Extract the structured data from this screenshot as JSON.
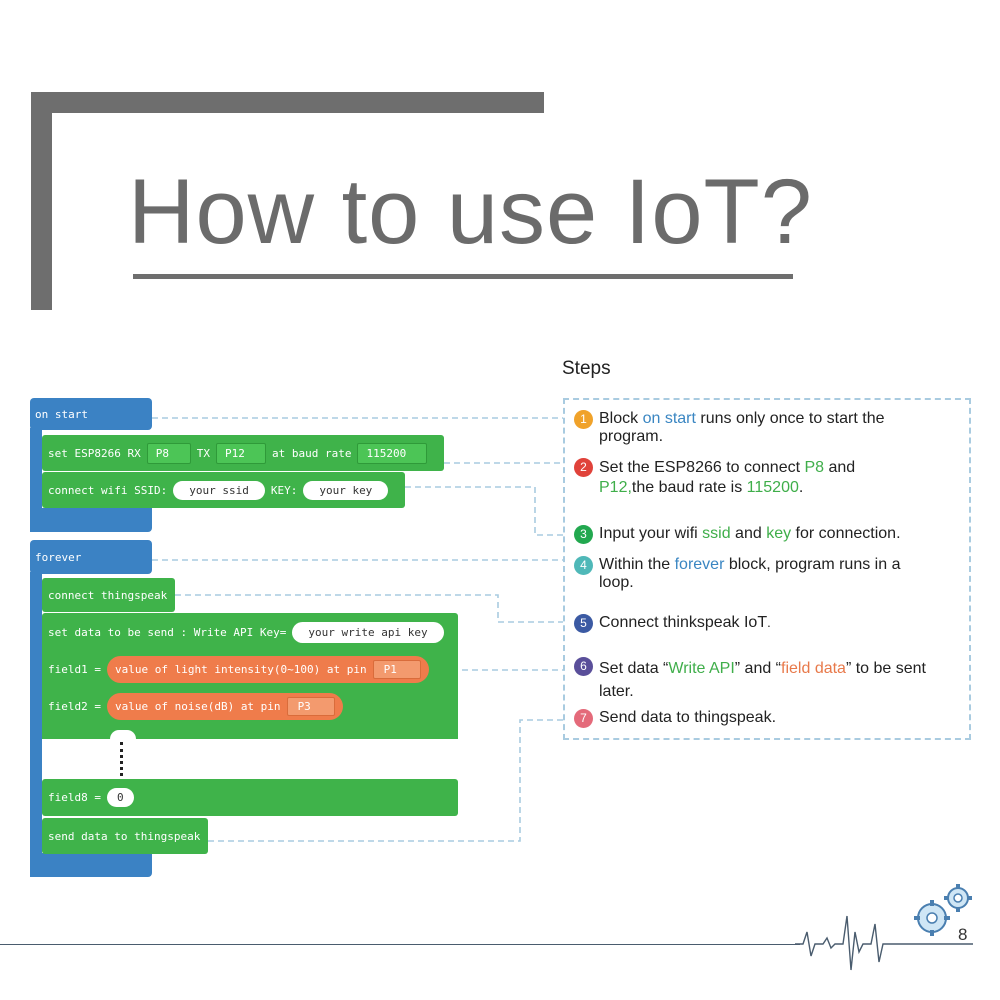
{
  "title": "How to use IoT?",
  "steps_heading": "Steps",
  "blocks": {
    "on_start": "on start",
    "set_esp": "set ESP8266 RX",
    "rx_pin": "P8",
    "tx_label": "TX",
    "tx_pin": "P12",
    "baud_label": "at baud rate",
    "baud_value": "115200",
    "connect_wifi": "connect wifi SSID:",
    "ssid_value": "your ssid",
    "key_label": "KEY:",
    "key_value": "your key",
    "forever": "forever",
    "connect_thingspeak": "connect thingspeak",
    "set_data": "set data to be send : Write API Key=",
    "api_key_value": "your write api key",
    "field1_label": "field1 =",
    "field1_value": "value of light intensity(0~100) at pin",
    "field1_pin": "P1",
    "field2_label": "field2 =",
    "field2_value": "value of noise(dB) at pin",
    "field2_pin": "P3",
    "field8_label": "field8 =",
    "field8_value": "0",
    "send_data": "send data to thingspeak"
  },
  "steps": [
    {
      "num": "1",
      "color": "#f0a22a",
      "parts": [
        "Block ",
        "on start",
        " runs only once to start the program."
      ]
    },
    {
      "num": "2",
      "color": "#e0423a",
      "parts": [
        "Set the ESP8266 to connect ",
        "P8",
        " and ",
        "P12,",
        "the baud rate is ",
        "115200",
        "."
      ]
    },
    {
      "num": "3",
      "color": "#22a84f",
      "parts": [
        "Input your wifi ",
        "ssid",
        " and ",
        "key",
        " for connection."
      ]
    },
    {
      "num": "4",
      "color": "#4fb8b8",
      "parts": [
        "Within the ",
        "forever",
        " block, program runs in a loop."
      ]
    },
    {
      "num": "5",
      "color": "#3b5aa3",
      "parts": [
        "Connect thinkspeak IoT",
        "."
      ]
    },
    {
      "num": "6",
      "color": "#5a4f9a",
      "parts": [
        "Set data “",
        "Write API",
        "” and “",
        "field data",
        "” to be sent later."
      ]
    },
    {
      "num": "7",
      "color": "#e46a7a",
      "parts": [
        "Send data to thingspeak."
      ]
    }
  ],
  "page_number": "8",
  "colors": {
    "block_blue": "#3b82c4",
    "block_green": "#3fb34a",
    "block_orange": "#ef7c4b",
    "frame_gray": "#6e6e6e",
    "dash_blue": "#a9cbe0"
  },
  "icons": [
    "gears-icon",
    "heartbeat-icon"
  ]
}
